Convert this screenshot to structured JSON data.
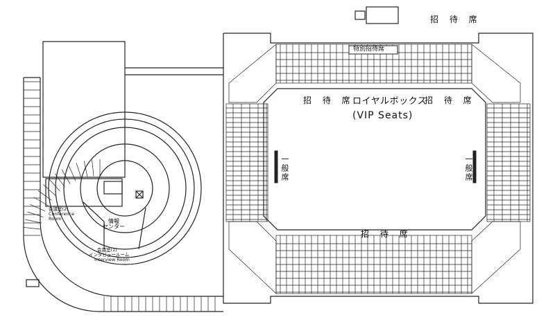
{
  "labels": {
    "invited_top": "招 待 席",
    "special_invited": "特別招待席",
    "invited_left": "招 待 席",
    "invited_right": "招 待 席",
    "royal_box": "ロイヤルボックス",
    "vip_seats": "(VIP Seats)",
    "general_left": "一般席",
    "general_right": "一般席",
    "invited_bottom": "招 待 席",
    "conference_jp": "会議室(2)",
    "conference_en": "Conference Room",
    "info_center_1": "情報",
    "info_center_2": "センター",
    "interview_jp1": "会議室(1)",
    "interview_jp2": "インタビュールーム",
    "interview_en": "Interview Room"
  }
}
